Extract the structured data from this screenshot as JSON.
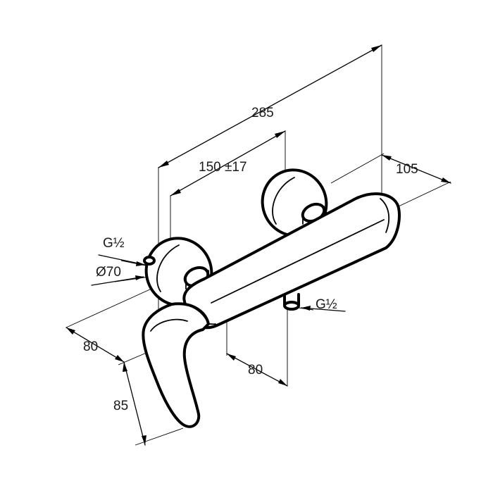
{
  "dimensions": {
    "total_length": "285",
    "center_distance": "150 ±17",
    "depth": "105",
    "inlet_thread": "G½",
    "rosette_diameter": "Ø70",
    "outlet_thread": "G½",
    "handle_offset": "80",
    "outlet_offset": "80",
    "handle_height": "85"
  }
}
